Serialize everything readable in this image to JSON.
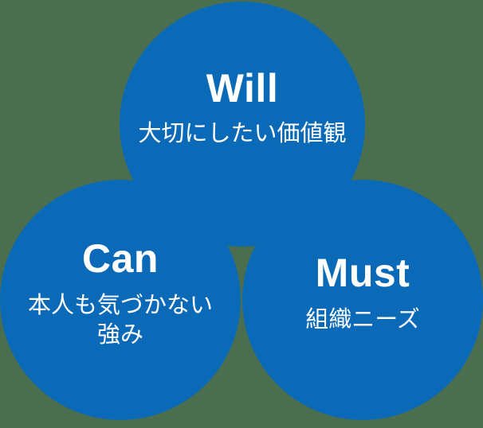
{
  "diagram": {
    "type": "three-circle-venn",
    "background_color": "#4a6e4e",
    "circle_color": "#0a6ab8",
    "text_color": "#ffffff",
    "circles": [
      {
        "key": "will",
        "title": "Will",
        "subtitle": "大切にしたい価値観",
        "position": "top"
      },
      {
        "key": "can",
        "title": "Can",
        "subtitle": "本人も気づかない\n強み",
        "subtitle_line1": "本人も気づかない",
        "subtitle_line2": "強み",
        "position": "bottom-left"
      },
      {
        "key": "must",
        "title": "Must",
        "subtitle": "組織ニーズ",
        "position": "bottom-right"
      }
    ]
  }
}
